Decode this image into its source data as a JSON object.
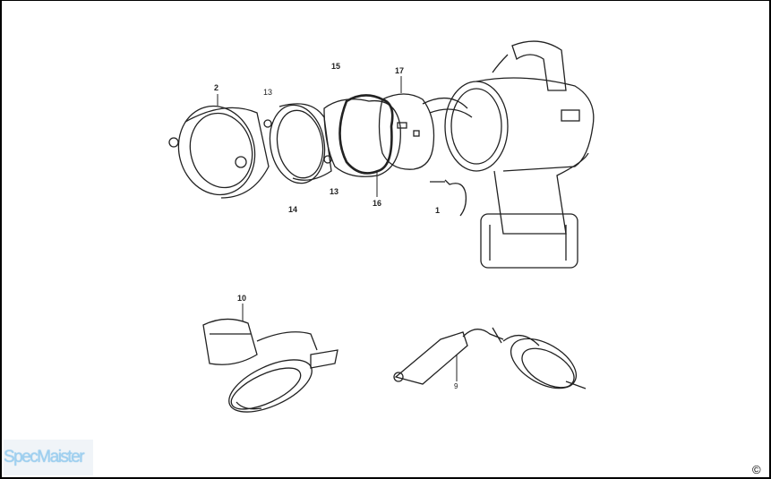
{
  "diagram": {
    "part_labels": [
      {
        "id": "2",
        "text": "2"
      },
      {
        "id": "13a",
        "text": "13"
      },
      {
        "id": "15",
        "text": "15"
      },
      {
        "id": "17",
        "text": "17"
      },
      {
        "id": "13b",
        "text": "13"
      },
      {
        "id": "14",
        "text": "14"
      },
      {
        "id": "16",
        "text": "16"
      },
      {
        "id": "1",
        "text": "1"
      },
      {
        "id": "10",
        "text": "10"
      },
      {
        "id": "9",
        "text": "9"
      }
    ],
    "watermark": "SpecMaister",
    "copyright": "©"
  }
}
